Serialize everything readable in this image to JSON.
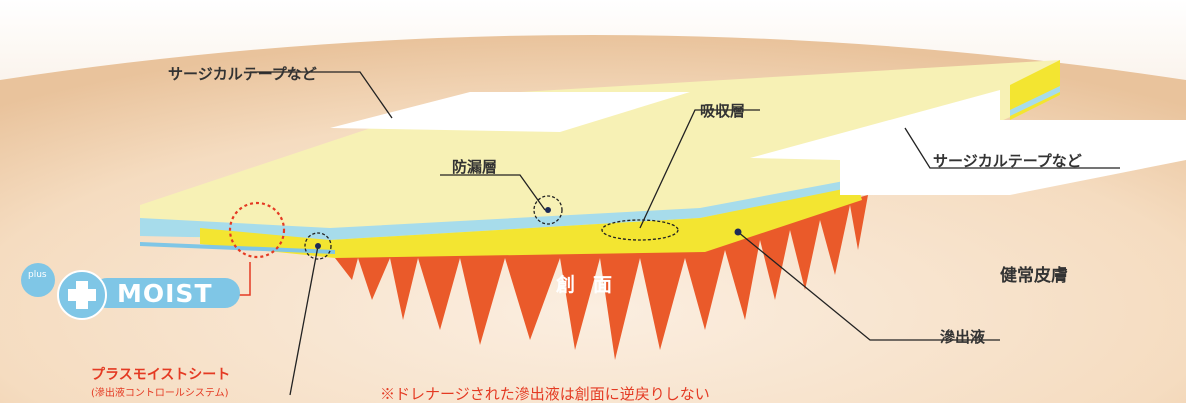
{
  "labels": {
    "surgical_tape_left": "サージカルテープなど",
    "surgical_tape_right": "サージカルテープなど",
    "absorbent_layer": "吸収層",
    "leakproof_layer": "防漏層",
    "wound_surface": "創面",
    "healthy_skin": "健常皮膚",
    "exudate": "滲出液"
  },
  "product": {
    "logo_prefix": "plus",
    "logo_name": "MOIST",
    "name": "プラスモイストシート",
    "subtitle": "(滲出液コントロールシステム)"
  },
  "note": "※ドレナージされた滲出液は創面に逆戻りしない",
  "colors": {
    "skin": "#f5dcc0",
    "outer_skin": "#e4c09a",
    "wound": "#ea5a2a",
    "absorbent": "#f3e531",
    "leakproof": "#a7dceb",
    "top_layer": "#f7f1b5",
    "logo": "#7fc6e6",
    "accent_red": "#e43a23"
  }
}
